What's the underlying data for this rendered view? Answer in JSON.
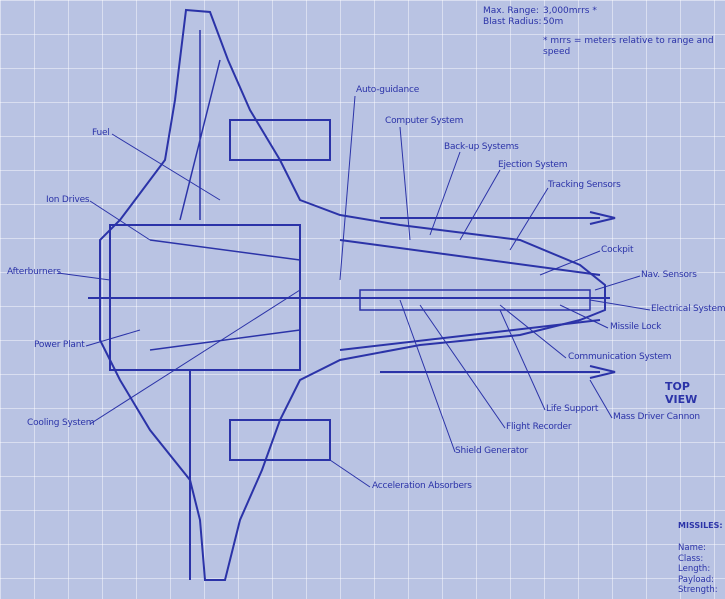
{
  "specs": {
    "max_range_label": "Max. Range:",
    "max_range_value": "3,000mrrs *",
    "blast_radius_label": "Blast Radius:",
    "blast_radius_value": "50m",
    "footnote": "* mrrs = meters relative to range and speed"
  },
  "view_title": "TOP VIEW",
  "labels": {
    "auto_guidance": "Auto-guidance",
    "computer_system": "Computer System",
    "fuel": "Fuel",
    "backup_systems": "Back-up Systems",
    "ejection_system": "Ejection System",
    "tracking_sensors": "Tracking Sensors",
    "ion_drives": "Ion Drives",
    "cockpit": "Cockpit",
    "afterburners": "Afterburners",
    "nav_sensors": "Nav. Sensors",
    "electrical_system": "Electrical System",
    "missile_lock": "Missile Lock",
    "power_plant": "Power Plant",
    "communication_system": "Communication System",
    "cooling_system": "Cooling System",
    "life_support": "Life Support",
    "mass_driver_cannon": "Mass Driver Cannon",
    "flight_recorder": "Flight Recorder",
    "shield_generator": "Shield Generator",
    "acceleration_absorbers": "Acceleration Absorbers"
  },
  "missiles": {
    "title": "MISSILES:",
    "fields": [
      "Name:",
      "Class:",
      "Length:",
      "Payload:",
      "Strength:"
    ]
  },
  "colors": {
    "background": "#b9c3e3",
    "ink": "#2b33a8"
  }
}
